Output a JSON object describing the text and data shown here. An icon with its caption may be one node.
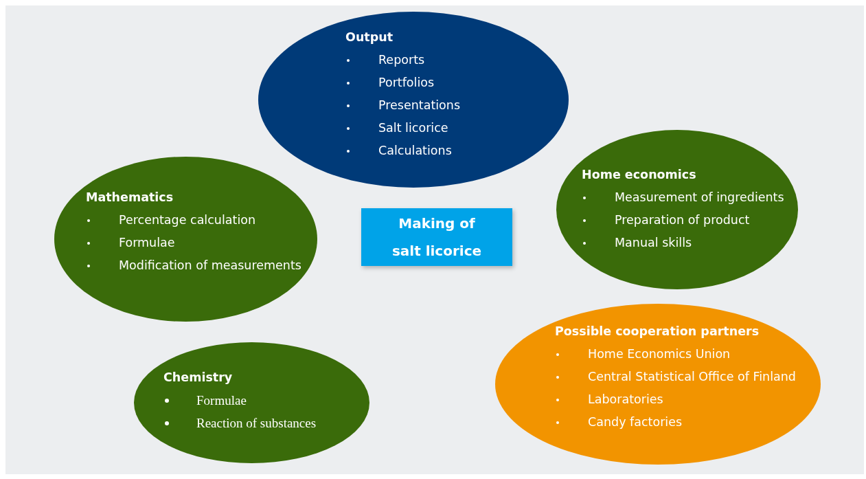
{
  "diagram": {
    "nodes": [
      {
        "text": [
          "Output",
          "Reports",
          "Portfolios",
          "Presentations",
          "Salt licorice",
          "Calculations"
        ]
      },
      {
        "text": [
          "Home economics",
          "Measurement of ingredients",
          "Preparation of product",
          "Manual skills"
        ]
      },
      {
        "text": [
          "Mathematics",
          "Percentage  calculation",
          "Formulae",
          "Modification of measurements"
        ]
      },
      {
        "text": [
          "Making of salt licorice"
        ]
      },
      {
        "text": [
          "Possible cooperation partners",
          "Home Economics Union",
          "Central Statistical Office of Finland",
          "Laboratories",
          "Candy factories"
        ]
      },
      {
        "text": [
          "Chemistry",
          "Formulae",
          "Reaction of substances"
        ]
      }
    ],
    "edges": []
  }
}
